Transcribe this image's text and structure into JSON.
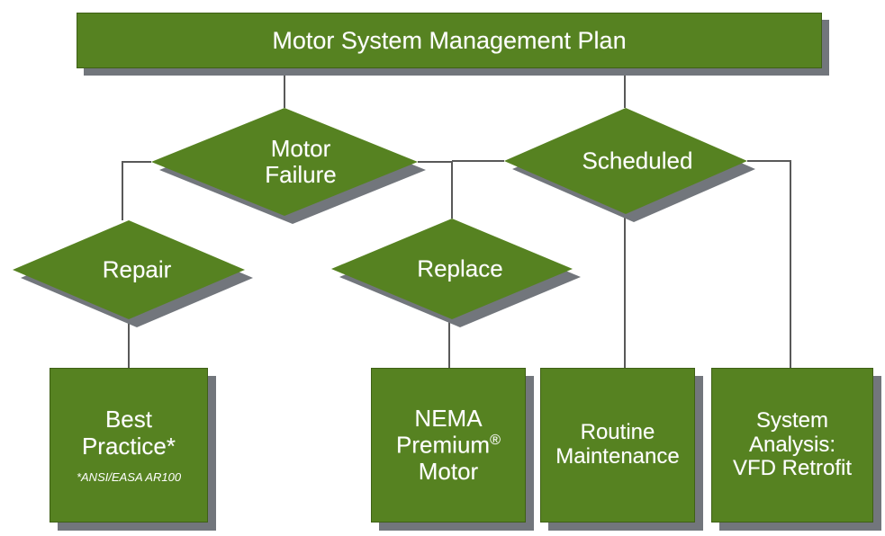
{
  "diagram": {
    "title_label": "Motor System Management Plan",
    "colors": {
      "node_fill": "#568221",
      "node_border": "#3f6016",
      "shadow": "#72767c",
      "connector": "#595959",
      "text": "#ffffff",
      "background": "#ffffff"
    },
    "nodes": {
      "title": {
        "label": "Motor System Management Plan",
        "shape": "rectangle"
      },
      "motor_failure": {
        "line1": "Motor",
        "line2": "Failure",
        "shape": "diamond"
      },
      "scheduled": {
        "line1": "Scheduled",
        "shape": "diamond"
      },
      "repair": {
        "line1": "Repair",
        "shape": "diamond"
      },
      "replace": {
        "line1": "Replace",
        "shape": "diamond"
      },
      "best_practice": {
        "line1": "Best",
        "line2": "Practice*",
        "footnote": "*ANSI/EASA AR100",
        "shape": "rectangle"
      },
      "nema_premium_motor": {
        "line1": "NEMA",
        "line2": "Premium",
        "line2_mark": "®",
        "line3": "Motor",
        "shape": "rectangle"
      },
      "routine_maintenance": {
        "line1": "Routine",
        "line2": "Maintenance",
        "shape": "rectangle"
      },
      "system_analysis": {
        "line1": "System",
        "line2": "Analysis:",
        "line3": "VFD Retrofit",
        "shape": "rectangle"
      }
    },
    "edges": [
      {
        "from": "title",
        "to": "motor_failure"
      },
      {
        "from": "title",
        "to": "scheduled"
      },
      {
        "from": "motor_failure",
        "to": "repair"
      },
      {
        "from": "motor_failure",
        "to": "replace"
      },
      {
        "from": "scheduled",
        "to": "replace"
      },
      {
        "from": "scheduled",
        "to": "routine_maintenance"
      },
      {
        "from": "scheduled",
        "to": "system_analysis"
      },
      {
        "from": "repair",
        "to": "best_practice"
      },
      {
        "from": "replace",
        "to": "nema_premium_motor"
      }
    ]
  }
}
